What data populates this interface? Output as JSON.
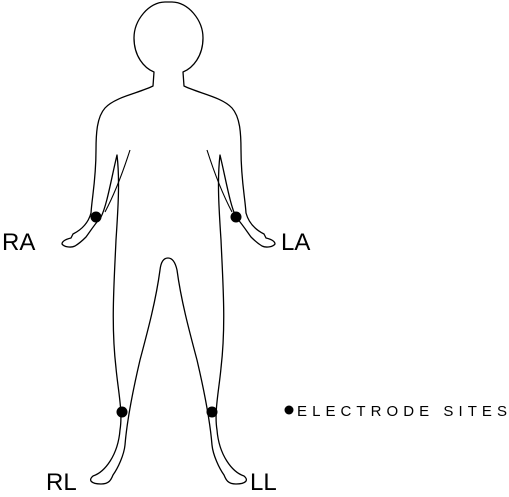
{
  "labels": {
    "right_arm": "RA",
    "left_arm": "LA",
    "right_leg": "RL",
    "left_leg": "LL"
  },
  "legend": {
    "text": "ELECTRODE SITES"
  },
  "colors": {
    "stroke": "#000000",
    "electrode": "#000000",
    "background": "#ffffff"
  }
}
